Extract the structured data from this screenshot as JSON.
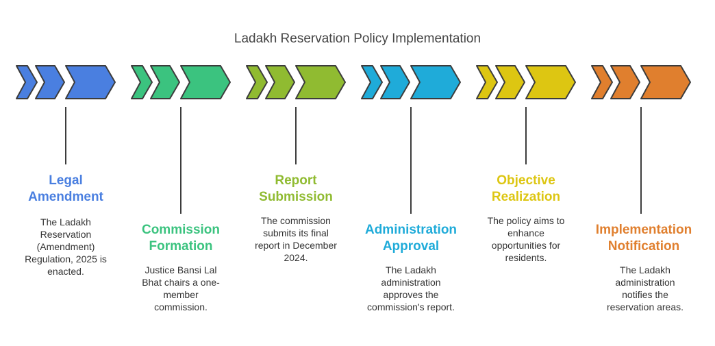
{
  "title": "Ladakh Reservation Policy Implementation",
  "colors": {
    "blue": "#4a7fe0",
    "green": "#3bc37f",
    "olive": "#90bb31",
    "cyan": "#1fabd9",
    "yellow": "#ddc612",
    "orange": "#e07f2e",
    "text": "#333333",
    "outline": "#3c3c3c"
  },
  "steps": [
    {
      "heading_line1": "Legal",
      "heading_line2": "Amendment",
      "desc_lines": [
        "The Ladakh",
        "Reservation",
        "(Amendment)",
        "Regulation, 2025 is",
        "enacted."
      ]
    },
    {
      "heading_line1": "Commission",
      "heading_line2": "Formation",
      "desc_lines": [
        "Justice Bansi Lal",
        "Bhat chairs a one-",
        "member",
        "commission."
      ]
    },
    {
      "heading_line1": "Report",
      "heading_line2": "Submission",
      "desc_lines": [
        "The commission",
        "submits its final",
        "report in December",
        "2024."
      ]
    },
    {
      "heading_line1": "Administration",
      "heading_line2": "Approval",
      "desc_lines": [
        "The Ladakh",
        "administration",
        "approves the",
        "commission's report."
      ]
    },
    {
      "heading_line1": "Objective",
      "heading_line2": "Realization",
      "desc_lines": [
        "The policy aims to",
        "enhance",
        "opportunities for",
        "residents."
      ]
    },
    {
      "heading_line1": "Implementation",
      "heading_line2": "Notification",
      "desc_lines": [
        "The Ladakh",
        "administration",
        "notifies the",
        "reservation areas."
      ]
    }
  ]
}
